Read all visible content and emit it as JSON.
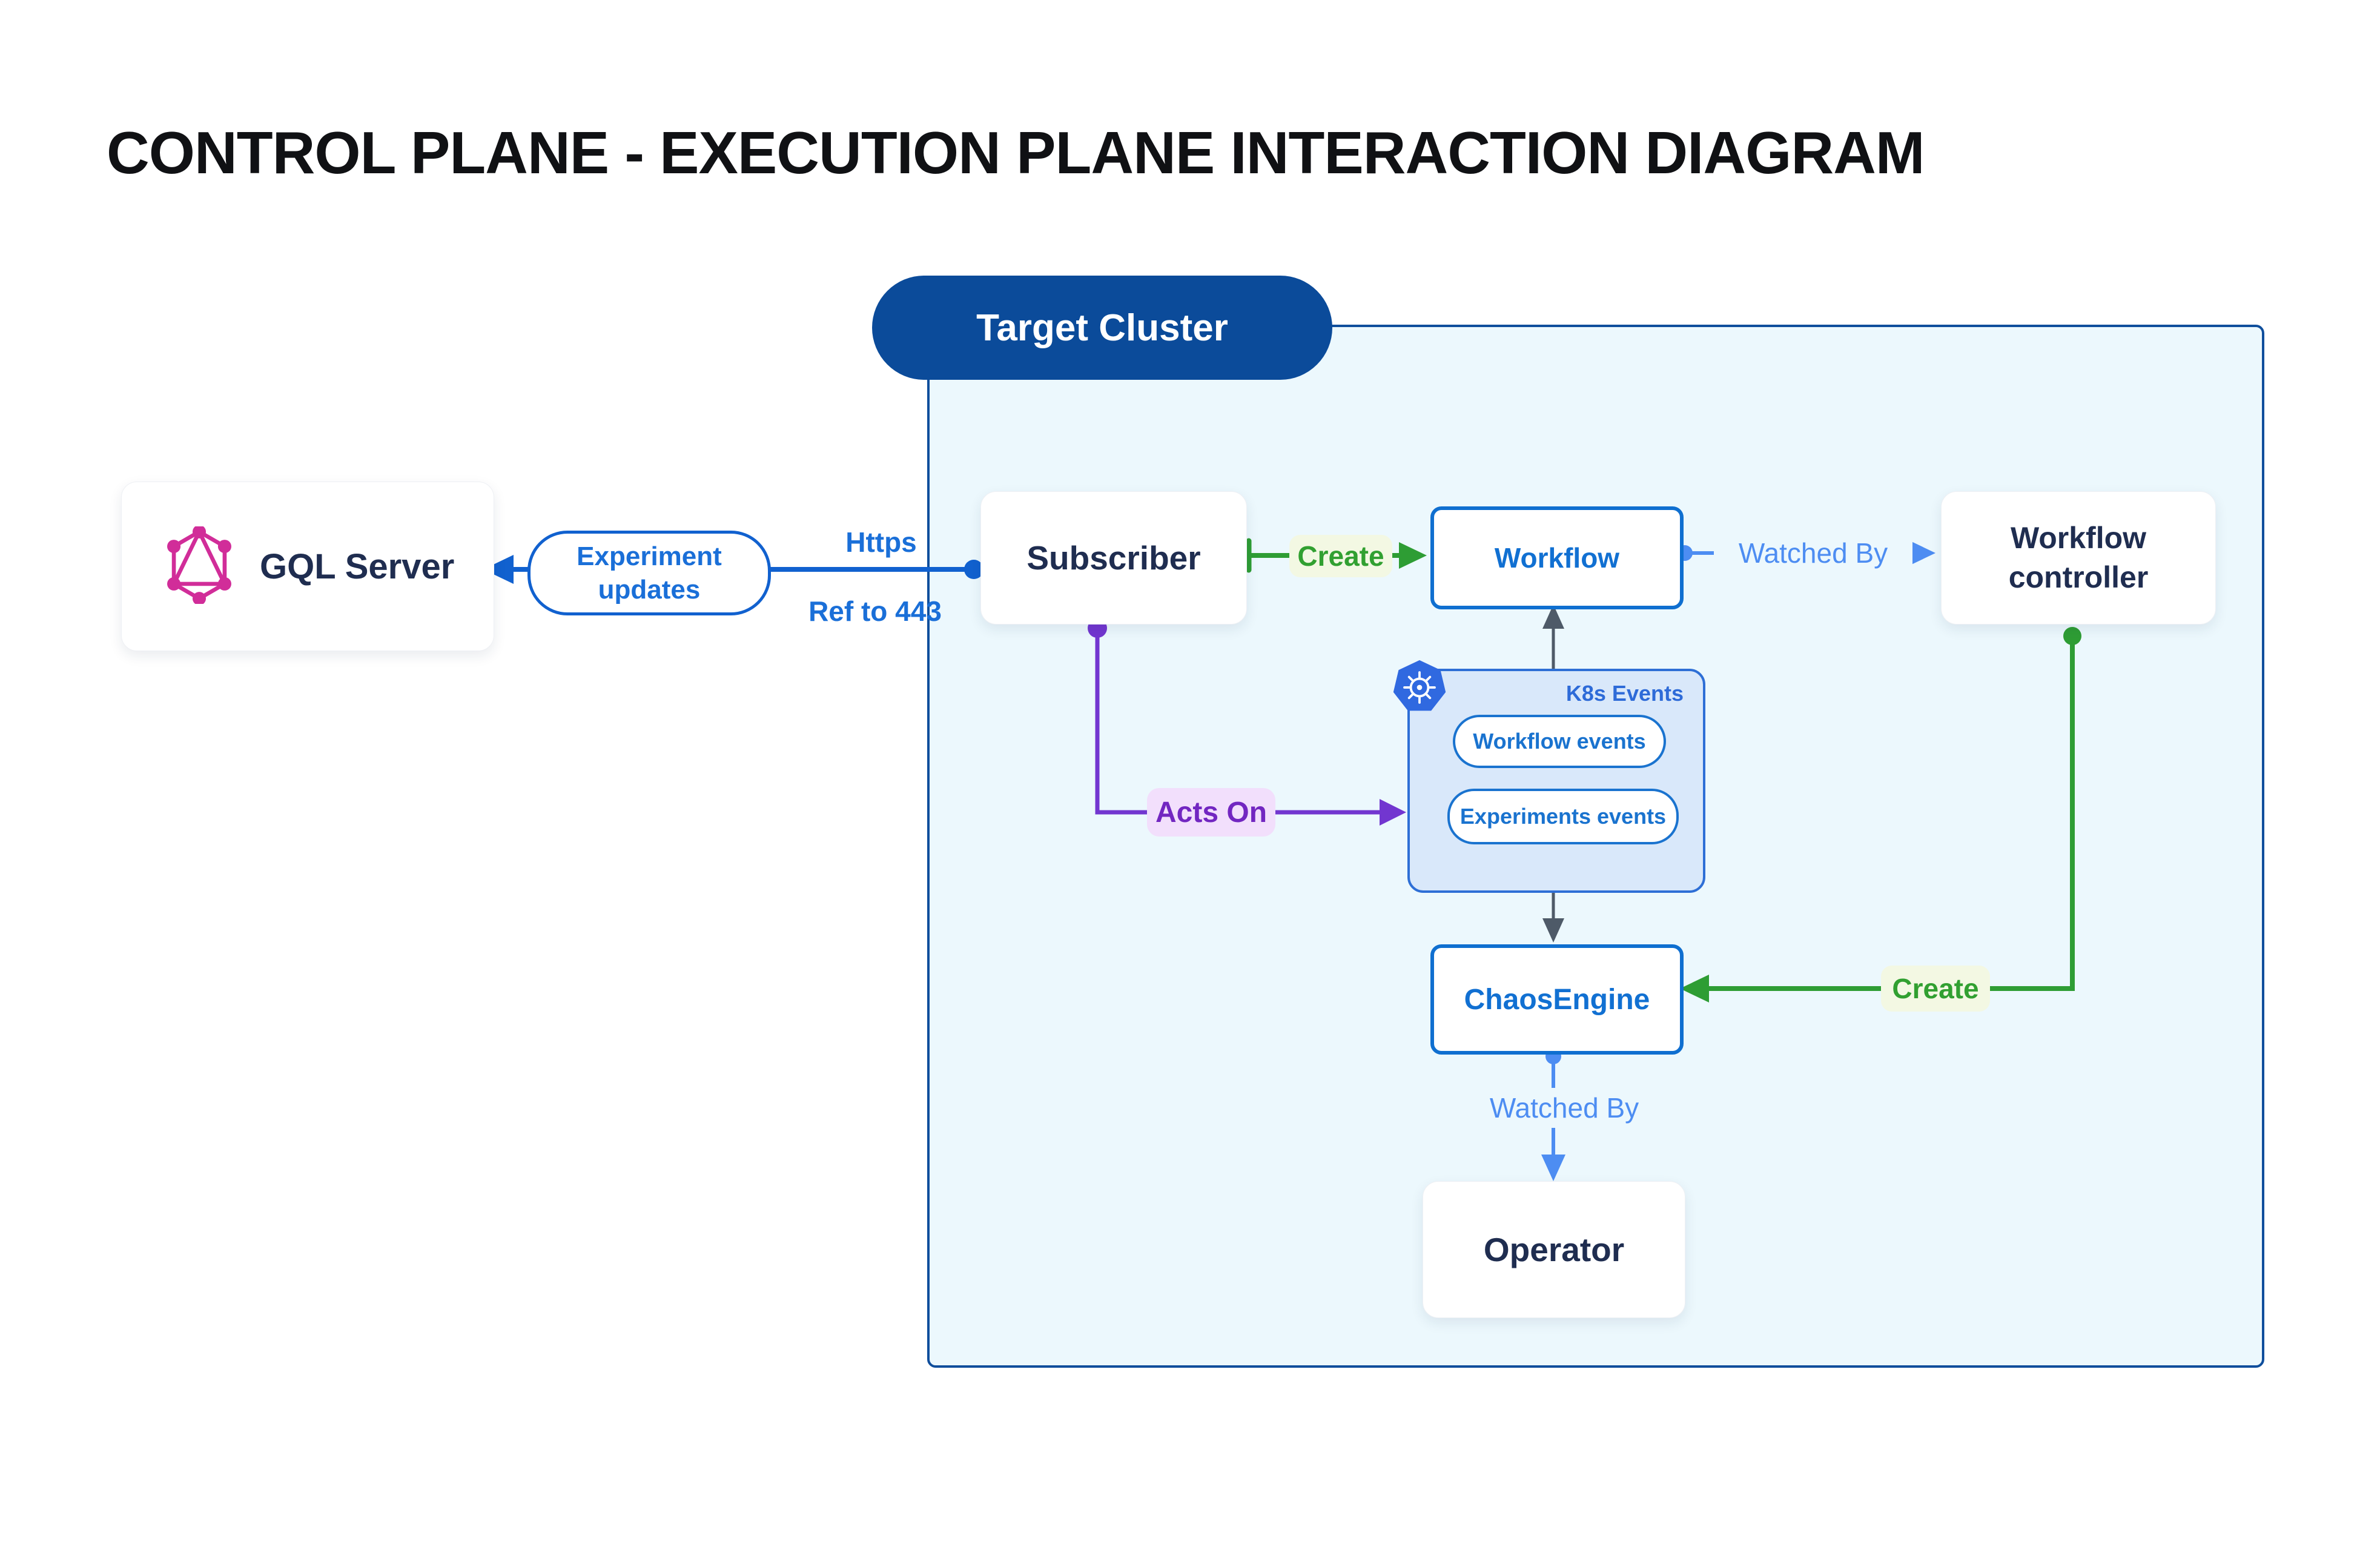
{
  "title": "CONTROL PLANE - EXECUTION PLANE INTERACTION DIAGRAM",
  "cluster": {
    "label": "Target Cluster"
  },
  "nodes": {
    "gql_server": "GQL Server",
    "subscriber": "Subscriber",
    "workflow": "Workflow",
    "workflow_controller": "Workflow controller",
    "chaos_engine": "ChaosEngine",
    "operator": "Operator"
  },
  "k8s_events": {
    "title": "K8s Events",
    "items": [
      "Workflow events",
      "Experiments events"
    ]
  },
  "edges": {
    "experiment_updates": "Experiment updates",
    "https": "Https",
    "ref_443": "Ref to 443",
    "create_workflow": "Create",
    "watched_by_workflow": "Watched By",
    "acts_on": "Acts On",
    "create_chaosengine": "Create",
    "watched_by_operator": "Watched By"
  },
  "icons": {
    "graphql": "graphql-logo",
    "kubernetes": "kubernetes-logo"
  },
  "colors": {
    "title_text": "#101114",
    "navy_text": "#1f2d50",
    "primary_blue": "#1161cf",
    "resource_blue": "#1170d2",
    "light_blue_label": "#4d8df2",
    "cluster_fill": "#ecf8fd",
    "cluster_border": "#0f4e9c",
    "cluster_pill": "#0b4b9a",
    "k8s_box_fill": "#d9e8fa",
    "k8s_logo_blue": "#3069e0",
    "green": "#2e9d34",
    "green_label_bg": "#f3f8e3",
    "purple": "#7236d0",
    "purple_label_bg": "#f2dffc",
    "gray_connector": "#4e5a68",
    "graphql_pink": "#d12d99"
  }
}
